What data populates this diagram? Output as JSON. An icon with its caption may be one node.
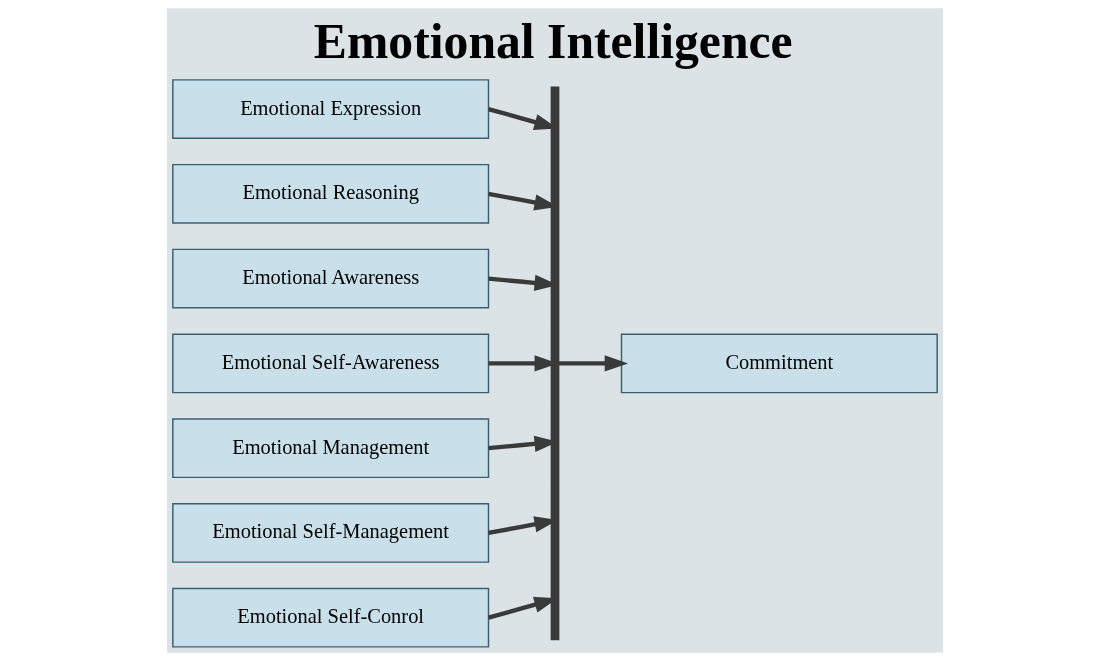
{
  "diagram": {
    "title": "Emotional Intelligence",
    "nodes": [
      {
        "text": [
          "Emotional Expression"
        ]
      },
      {
        "text": [
          "Emotional Reasoning"
        ]
      },
      {
        "text": [
          "Emotional Awareness"
        ]
      },
      {
        "text": [
          "Emotional Self-Awareness"
        ]
      },
      {
        "text": [
          "Emotional Management"
        ]
      },
      {
        "text": [
          "Emotional Self-Management"
        ]
      },
      {
        "text": [
          "Emotional Self-Conrol"
        ]
      },
      {
        "text": [],
        "shape": "bar"
      },
      {
        "text": [
          "Commitment"
        ]
      }
    ],
    "edges": [
      {
        "from": 0,
        "to": 7,
        "arrow": "to"
      },
      {
        "from": 1,
        "to": 7,
        "arrow": "to"
      },
      {
        "from": 2,
        "to": 7,
        "arrow": "to"
      },
      {
        "from": 3,
        "to": 7,
        "arrow": "to"
      },
      {
        "from": 4,
        "to": 7,
        "arrow": "to"
      },
      {
        "from": 5,
        "to": 7,
        "arrow": "to"
      },
      {
        "from": 6,
        "to": 7,
        "arrow": "to"
      },
      {
        "from": 7,
        "to": 8,
        "arrow": "to"
      }
    ]
  }
}
